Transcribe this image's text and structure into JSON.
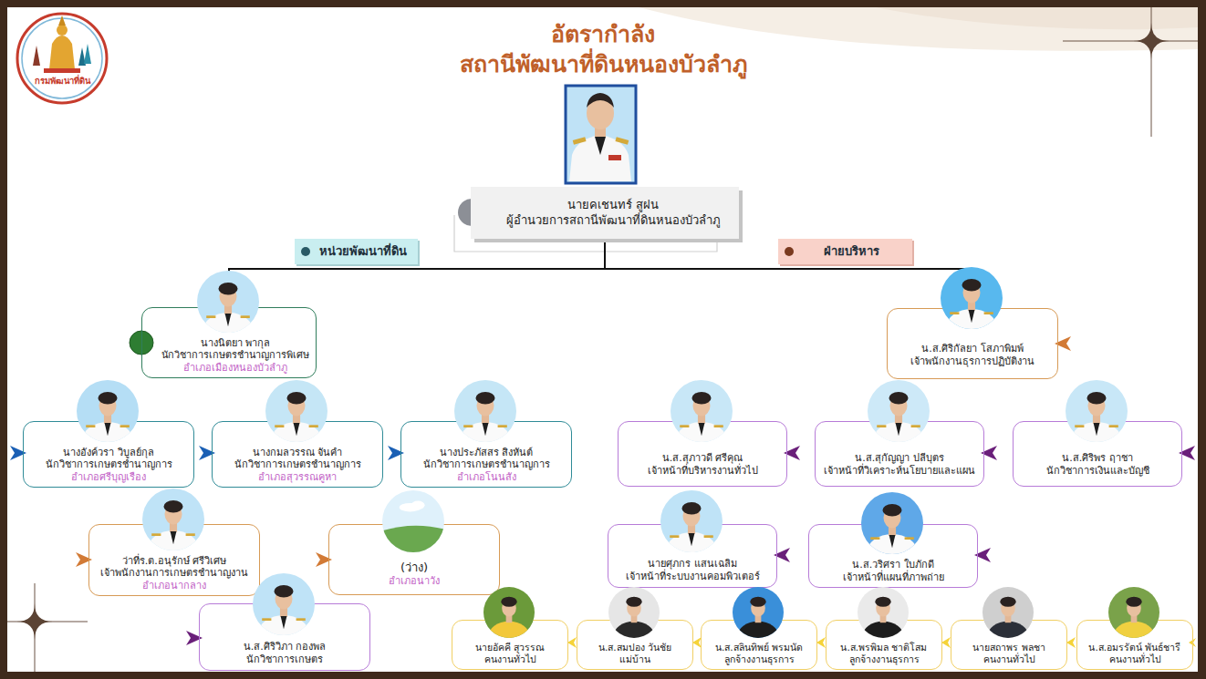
{
  "diagram": {
    "title": "อัตรากำลัง สถานีพัฒนาที่ดินหนองบัวลำภู",
    "nodes": [
      {
        "text": [
          "นายคเชนทร์ สูฝน",
          "ผู้อำนวยการสถานีพัฒนาที่ดินหนองบัวลำภู"
        ]
      },
      {
        "text": [
          "หน่วยพัฒนาที่ดิน"
        ]
      },
      {
        "text": [
          "ฝ่ายบริหาร"
        ]
      },
      {
        "text": [
          "นางนิตยา พากุล",
          "นักวิชาการเกษตรชำนาญการพิเศษ",
          "อำเภอเมืองหนองบัวลำภู"
        ]
      },
      {
        "text": [
          "น.ส.ศิริกัลยา โสภาพิมพ์",
          "เจ้าพนักงานธุรการปฏิบัติงาน"
        ]
      },
      {
        "text": [
          "นางอังค์วรา วิบูลย์กุล",
          "นักวิชาการเกษตรชำนาญการ",
          "อำเภอศรีบุญเรือง"
        ]
      },
      {
        "text": [
          "นางกมลวรรณ จันคำ",
          "นักวิชาการเกษตรชำนาญการ",
          "อำเภอสุวรรณคูหา"
        ]
      },
      {
        "text": [
          "นางประภัสสร สิงหันต์",
          "นักวิชาการเกษตรชำนาญการ",
          "อำเภอโนนสัง"
        ]
      },
      {
        "text": [
          "น.ส.สุภาวดี ศรีคุณ",
          "เจ้าหน้าที่บริหารงานทั่วไป"
        ]
      },
      {
        "text": [
          "น.ส.สุกัญญา ปลีบุตร",
          "เจ้าหน้าที่วิเคราะห์นโยบายและแผน"
        ]
      },
      {
        "text": [
          "น.ส.ศิริพร ฤาชา",
          "นักวิชาการเงินและบัญชี"
        ]
      },
      {
        "text": [
          "ว่าที่ร.ต.อนุรักษ์ ศรีวิเศษ",
          "เจ้าพนักงานการเกษตรชำนาญงาน",
          "อำเภอนากลาง"
        ]
      },
      {
        "text": [
          "(ว่าง)",
          "อำเภอนาวัง"
        ]
      },
      {
        "text": [
          "นายศุภกร แสนเฉลิม",
          "เจ้าหน้าที่ระบบงานคอมพิวเตอร์"
        ]
      },
      {
        "text": [
          "น.ส.วริศรา ใบภักดี",
          "เจ้าหน้าที่แผนที่ภาพถ่าย"
        ]
      },
      {
        "text": [
          "น.ส.ศิริวิภา กองพล",
          "นักวิชาการเกษตร"
        ]
      },
      {
        "text": [
          "นายอัคคี สุวรรณ",
          "คนงานทั่วไป"
        ]
      },
      {
        "text": [
          "น.ส.สมปอง วันชัย",
          "แม่บ้าน"
        ]
      },
      {
        "text": [
          "น.ส.สลินทิพย์ พรมนัด",
          "ลูกจ้างงานธุรการ"
        ]
      },
      {
        "text": [
          "น.ส.พรพิมล ชาติโสม",
          "ลูกจ้างงานธุรการ"
        ]
      },
      {
        "text": [
          "นายสถาพร พลชา",
          "คนงานทั่วไป"
        ]
      },
      {
        "text": [
          "น.ส.อมรรัตน์ พันธ์ชารี",
          "คนงานทั่วไป"
        ]
      }
    ],
    "edges": [
      {
        "from": 0,
        "to": 3,
        "arrow": "none"
      },
      {
        "from": 0,
        "to": 4,
        "arrow": "none"
      }
    ],
    "labels": [
      "กรมพัฒนาที่ดิน"
    ]
  }
}
